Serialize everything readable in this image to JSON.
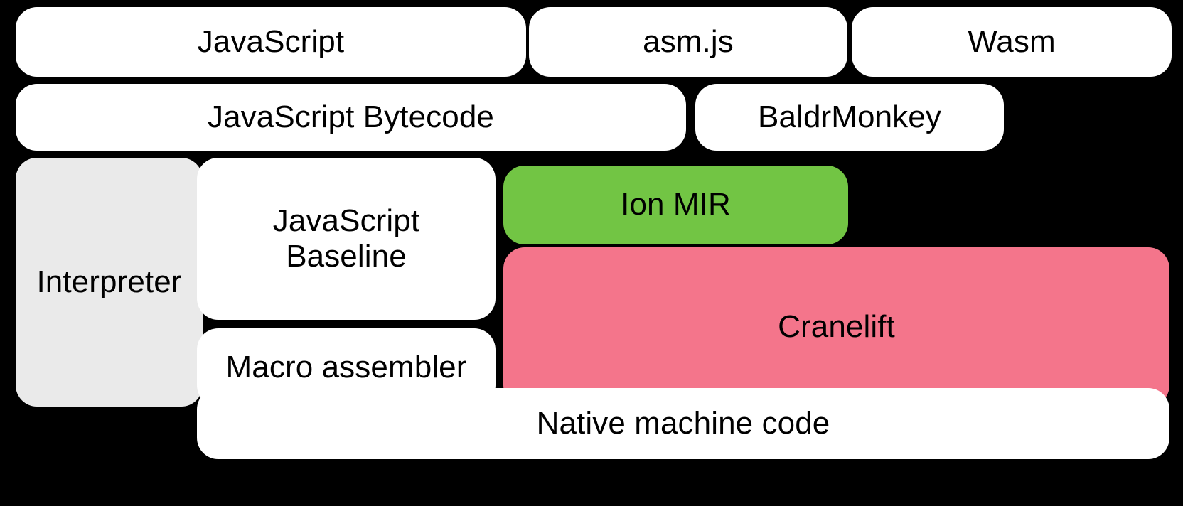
{
  "diagram": {
    "background_color": "#000000",
    "rows": [
      {
        "name": "source-languages",
        "nodes": [
          {
            "id": "javascript",
            "label": "JavaScript",
            "fill": "#ffffff"
          },
          {
            "id": "asmjs",
            "label": "asm.js",
            "fill": "#ffffff"
          },
          {
            "id": "wasm",
            "label": "Wasm",
            "fill": "#ffffff"
          }
        ]
      },
      {
        "name": "front-end-representations",
        "nodes": [
          {
            "id": "js-bytecode",
            "label": "JavaScript Bytecode",
            "fill": "#ffffff"
          },
          {
            "id": "baldrmonkey",
            "label": "BaldrMonkey",
            "fill": "#ffffff"
          }
        ]
      },
      {
        "name": "execution-tiers",
        "nodes": [
          {
            "id": "interpreter",
            "label": "Interpreter",
            "fill": "#eaeaea"
          },
          {
            "id": "js-baseline",
            "label": "JavaScript\nBaseline",
            "fill": "#ffffff"
          },
          {
            "id": "macro-assembler",
            "label": "Macro assembler",
            "fill": "#ffffff"
          },
          {
            "id": "ion-mir",
            "label": "Ion MIR",
            "fill": "#72c544"
          },
          {
            "id": "cranelift",
            "label": "Cranelift",
            "fill": "#f4758b"
          }
        ]
      },
      {
        "name": "output",
        "nodes": [
          {
            "id": "native-code",
            "label": "Native machine code",
            "fill": "#ffffff"
          }
        ]
      }
    ]
  },
  "colors": {
    "background": "#000000",
    "box_default": "#ffffff",
    "box_muted": "#eaeaea",
    "box_green": "#72c544",
    "box_pink": "#f4758b",
    "text": "#000000"
  }
}
